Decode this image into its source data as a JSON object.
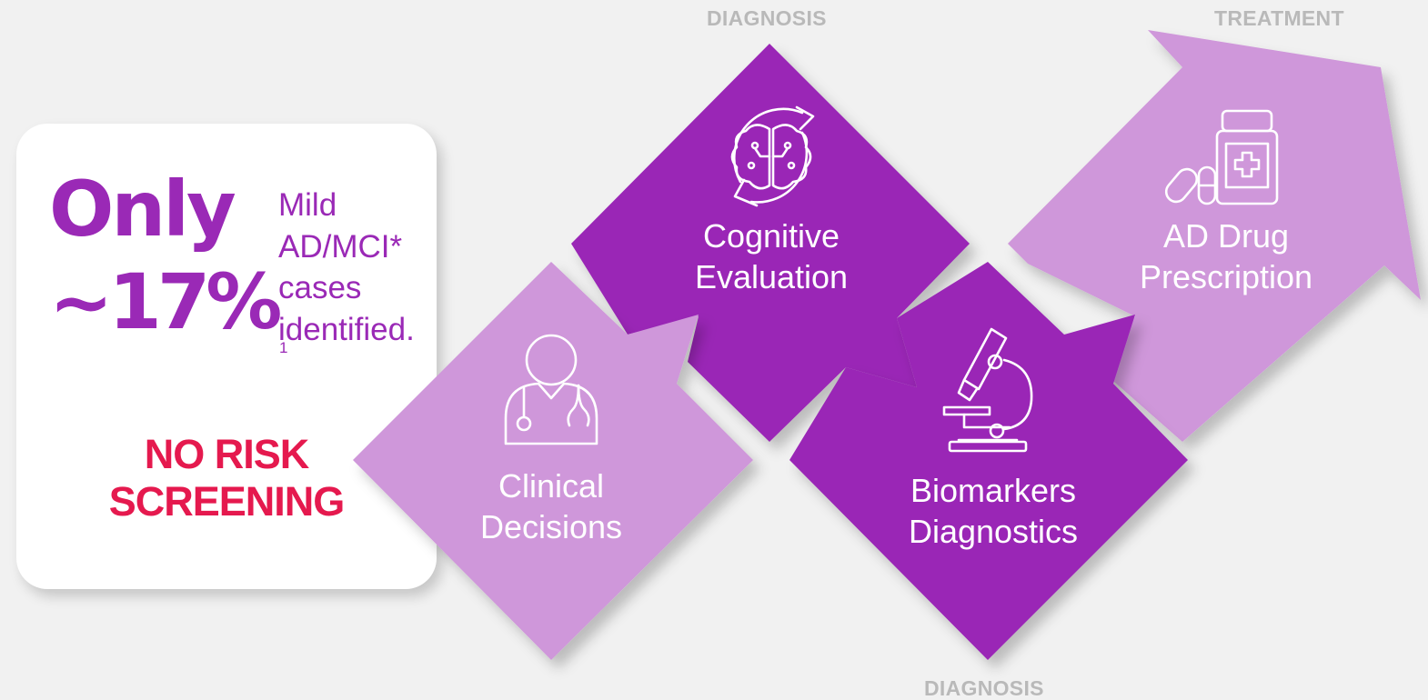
{
  "phase_labels": {
    "diagnosis_top": "DIAGNOSIS",
    "treatment": "TREATMENT",
    "diagnosis_bottom": "DIAGNOSIS"
  },
  "stat_card": {
    "only": "Only",
    "percent": "~17%",
    "description_lines": [
      "Mild",
      "AD/MCI*",
      "cases",
      "identified."
    ],
    "footnote": "1",
    "warning_lines": [
      "NO RISK",
      "SCREENING"
    ]
  },
  "steps": [
    {
      "label_lines": [
        "Clinical",
        "Decisions"
      ],
      "icon": "doctor-icon",
      "color": "#cf97da"
    },
    {
      "label_lines": [
        "Cognitive",
        "Evaluation"
      ],
      "icon": "brain-icon",
      "color": "#9a27b6"
    },
    {
      "label_lines": [
        "Biomarkers",
        "Diagnostics"
      ],
      "icon": "microscope-icon",
      "color": "#9a27b6"
    },
    {
      "label_lines": [
        "AD Drug",
        "Prescription"
      ],
      "icon": "medicine-icon",
      "color": "#cf97da"
    }
  ],
  "colors": {
    "background": "#f1f1f1",
    "accent_purple": "#9a29b6",
    "light_purple": "#cf97da",
    "alert_red": "#e5194e",
    "phase_gray": "#b9b9b9"
  }
}
